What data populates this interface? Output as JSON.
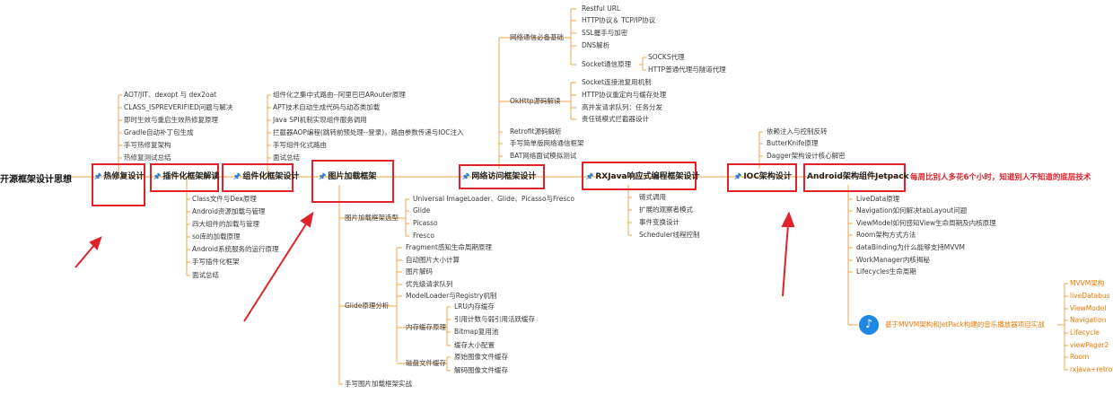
{
  "root": "开源框架设计思想",
  "hotfix": {
    "title": "热修复设计",
    "items": [
      "AOT/JIT、dexopt 与 dex2oat",
      "CLASS_ISPREVERIFIED问题与解决",
      "即时生效与重启生效热修复原理",
      "Gradle自动补丁包生成",
      "手写热修复架构",
      "热修复测试总结"
    ]
  },
  "plugin": {
    "title": "插件化框架解读",
    "items": [
      "Class文件与Dex原理",
      "Android资源加载与管理",
      "四大组件的加载与管理",
      "so库的加载原理",
      "Android系统服务的运行原理",
      "手写插件化框架",
      "面试总结"
    ]
  },
  "component": {
    "title": "组件化框架设计",
    "items": [
      "组件化之集中式路由--阿里巴巴ARouter原理",
      "APT技术自动生成代码与动态类加载",
      "Java SPI机制实现组件服务调用",
      "拦截器AOP编程(跳转前预处理--登录)，路由参数传递与IOC注入",
      "手写组件化式路由",
      "面试总结"
    ]
  },
  "image": {
    "title": "图片加载框架",
    "selection": {
      "label": "图片加载框架选型",
      "items": [
        "Universal ImageLoader、Glide、Picasso与Fresco",
        "Glide",
        "Picasso",
        "Fresco"
      ]
    },
    "glide": {
      "label": "Glide原理分析",
      "items": [
        "Fragment感知生命周期原理",
        "自动图片大小计算",
        "图片解码",
        "优先级请求队列",
        "ModelLoader与Registry机制"
      ],
      "memory": {
        "label": "内存缓存原理",
        "items": [
          "LRU内存缓存",
          "引用计数与弱引用活跃缓存",
          "Bitmap复用池",
          "缓存大小配置"
        ]
      },
      "disk": {
        "label": "磁盘文件缓存",
        "items": [
          "原始图像文件缓存",
          "解码图像文件缓存"
        ]
      }
    },
    "handwrite": "手写图片加载框架实战"
  },
  "network": {
    "title": "网络访问框架设计",
    "basics": {
      "label": "网络通信必备基础",
      "items": [
        "Restful URL",
        "HTTP协议＆ TCP/IP协议",
        "SSL握手与加密",
        "DNS解析"
      ],
      "socket": {
        "label": "Socket通信原理",
        "items": [
          "SOCKS代理",
          "HTTP普通代理与隧道代理"
        ]
      }
    },
    "okhttp": {
      "label": "OkHttp源码解读",
      "items": [
        "Socket连接池复用机制",
        "HTTP协议重定向与缓存处理",
        "高并发请求队列：任务分发",
        "责任链模式拦截器设计"
      ]
    },
    "others": [
      "Retrofit源码解析",
      "手写简单版网络通信框架",
      "BAT网络面试模拟测试"
    ]
  },
  "rx": {
    "title": "RXJava响应式编程框架设计",
    "items": [
      "链式调用",
      "扩展的观察者模式",
      "事件变换设计",
      "Scheduler线程控制"
    ]
  },
  "ioc": {
    "title": "IOC架构设计",
    "items": [
      "依赖注入与控制反转",
      "ButterKnife原理",
      "Dagger架构设计核心解密"
    ]
  },
  "jetpack": {
    "title": "Android架构组件Jetpack",
    "items": [
      "LiveData原理",
      "Navigation如何解决tabLayout问题",
      "ViewModel如何感知View生命周期及内核原理",
      "Room架构方式方法",
      "dataBinding为什么能够支持MVVM",
      "WorkManager内核揭秘",
      "Lifecycles生命周期"
    ],
    "music": {
      "label": "基于MVVM架构和JetPack构建的音乐播放器项目实战",
      "icon": "music-note-icon"
    },
    "music_items": [
      "MVVM架构",
      "liveDatabus",
      "ViewModel",
      "Navigation",
      "Lifecycle",
      "viewPager2",
      "Room",
      "rxjava+retrofit"
    ]
  },
  "callout": "每周比别人多花6个小时，知道别人不知道的底层技术",
  "colors": {
    "box": "#e0222a",
    "line": "#f2a64a",
    "pin": "#2f7fd6",
    "arrow": "#e0222a",
    "music_text": "#f07800"
  }
}
